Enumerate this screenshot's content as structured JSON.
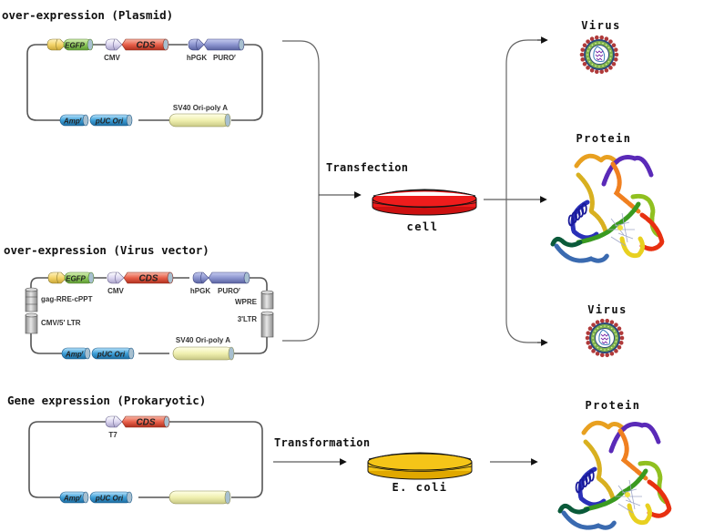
{
  "sections": {
    "plasmid": {
      "title": "over-expression (Plasmid)",
      "elements": {
        "egfp": "EGFP",
        "cmv": "CMV",
        "cds": "CDS",
        "hpgk": "hPGK",
        "puro": "PURO",
        "puro_sup": "r",
        "amp": "Amp",
        "amp_sup": "r",
        "puc": "pUC Ori",
        "sv40": "SV40 Ori-poly A"
      }
    },
    "virus_vector": {
      "title": "over-expression (Virus vector)",
      "elements": {
        "egfp": "EGFP",
        "cmv": "CMV",
        "cds": "CDS",
        "hpgk": "hPGK",
        "puro": "PURO",
        "puro_sup": "r",
        "gag": "gag-RRE-cPPT",
        "ltr5": "CMV/5' LTR",
        "wpre": "WPRE",
        "ltr3": "3'LTR",
        "amp": "Amp",
        "amp_sup": "r",
        "puc": "pUC Ori",
        "sv40": "SV40 Ori-poly A"
      }
    },
    "prokaryotic": {
      "title": "Gene expression (Prokaryotic)",
      "elements": {
        "t7": "T7",
        "cds": "CDS",
        "amp": "Amp",
        "amp_sup": "r",
        "puc": "pUC Ori"
      }
    }
  },
  "steps": {
    "transfection": "Transfection",
    "transformation": "Transformation"
  },
  "hosts": {
    "cell": {
      "label": "cell",
      "color": "#ee1c1c"
    },
    "ecoli": {
      "label": "E. coli",
      "color": "#f5c518"
    }
  },
  "outputs": {
    "virus_top": "Virus",
    "protein_mid": "Protein",
    "virus_bottom": "Virus",
    "protein_bottom": "Protein"
  },
  "colors": {
    "egfp": "#8fca5a",
    "promoter_yellow": "#f3d46a",
    "promoter_lilac": "#dcd6f0",
    "cds": "#e8604a",
    "hpgk": "#7f86c4",
    "puro": "#8d96d0",
    "amp": "#3d9fd8",
    "sv40": "#f0f0b0",
    "ltr": "#c8c8c8"
  }
}
